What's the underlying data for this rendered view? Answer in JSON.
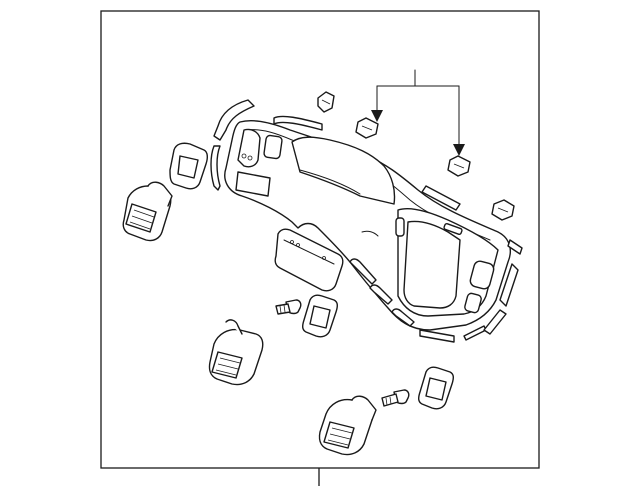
{
  "figure": {
    "frame_color": "#1a1a1a",
    "background": "#ffffff",
    "callout_lines": 2,
    "parts": [
      "dashboard-panel",
      "left-vent-outer",
      "left-vent-bezel",
      "left-side-trim",
      "center-vent",
      "vent-bezel-center",
      "glove-box-door",
      "screw-left",
      "right-vent",
      "screw-right",
      "vent-bezel-right",
      "clip-top-left",
      "clip-top-center",
      "clip-right",
      "clip-far-right",
      "trim-strip-top",
      "trim-strips-right",
      "trim-strips-bottom"
    ]
  }
}
